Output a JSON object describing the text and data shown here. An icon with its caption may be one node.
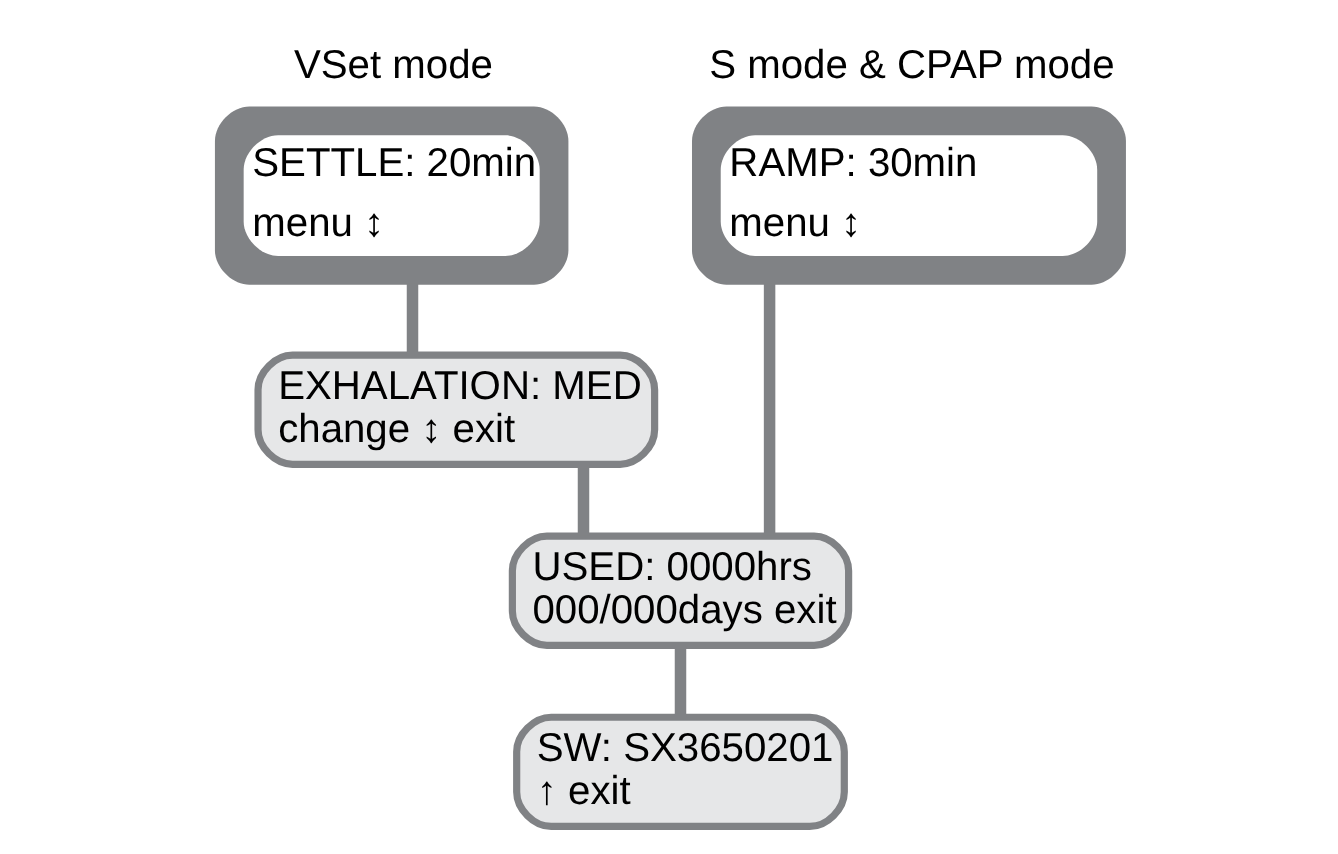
{
  "diagram": {
    "nodes": [
      {
        "text": [
          "VSet mode",
          "SETTLE: 20min",
          "menu ↕"
        ]
      },
      {
        "text": [
          "S mode & CPAP mode",
          "RAMP: 30min",
          "menu ↕"
        ]
      },
      {
        "text": [
          "EXHALATION: MED",
          "change ↕ exit"
        ]
      },
      {
        "text": [
          "USED: 0000hrs",
          "000/000days exit"
        ]
      },
      {
        "text": [
          "SW: SX3650201",
          "↑ exit"
        ]
      }
    ],
    "edges": [
      {
        "from": 0,
        "to": 2,
        "arrow": "none"
      },
      {
        "from": 2,
        "to": 3,
        "arrow": "none"
      },
      {
        "from": 1,
        "to": 3,
        "arrow": "none"
      },
      {
        "from": 3,
        "to": 4,
        "arrow": "none"
      }
    ]
  }
}
